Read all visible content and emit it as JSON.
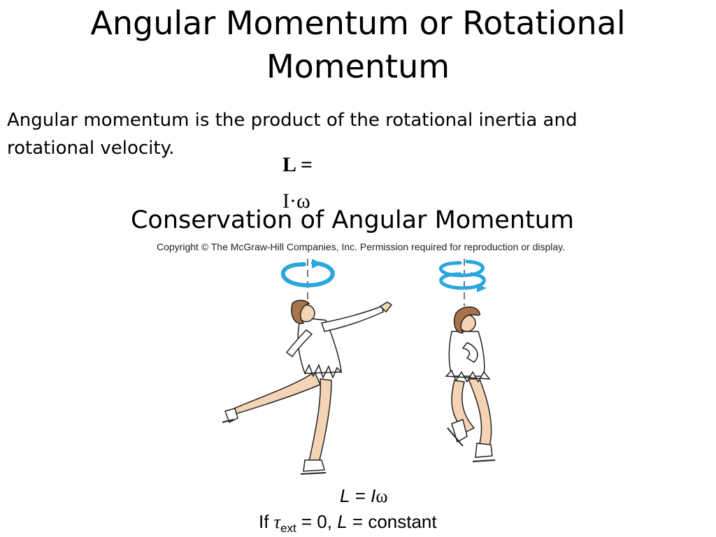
{
  "slide": {
    "title_line1": "Angular Momentum or Rotational",
    "title_line2": "Momentum",
    "body_line1": "Angular momentum is the product of the rotational inertia and",
    "body_line2": "rotational velocity.",
    "formula_line1": "L =",
    "formula_line2": "I·ω",
    "subtitle": "Conservation of Angular Momentum"
  },
  "figure": {
    "copyright": "Copyright © The McGraw-Hill Companies, Inc. Permission required for reproduction or display.",
    "equation1_L": "L",
    "equation1_eq": " = ",
    "equation1_I": "I",
    "equation1_omega": "ω",
    "equation2_if": "If ",
    "equation2_tau": "τ",
    "equation2_sub": "ext",
    "equation2_mid": " = 0,  ",
    "equation2_L": "L",
    "equation2_end": " = constant",
    "arrow_color": "#2aa6dc",
    "skin_color": "#f4d4b4",
    "hair_color": "#a9744a"
  }
}
